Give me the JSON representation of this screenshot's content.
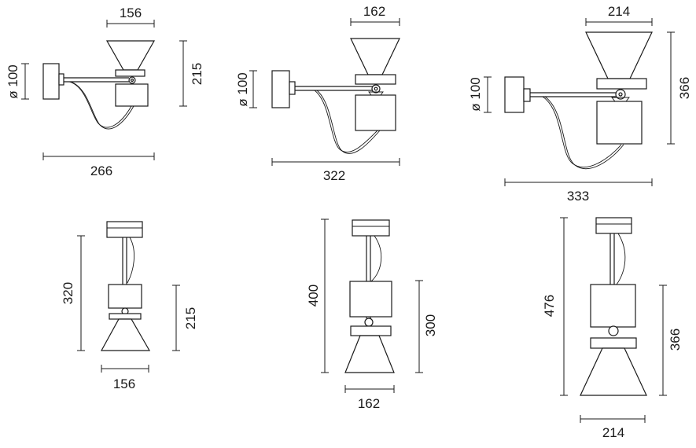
{
  "wall_lamps": [
    {
      "top_width": "156",
      "height": "215",
      "base_diameter": "ø 100",
      "projection": "266"
    },
    {
      "top_width": "162",
      "height": "",
      "base_diameter": "ø 100",
      "projection": "322"
    },
    {
      "top_width": "214",
      "height": "366",
      "base_diameter": "ø 100",
      "projection": "333"
    }
  ],
  "pendant_lamps": [
    {
      "overall_height": "320",
      "body_height": "215",
      "width": "156"
    },
    {
      "overall_height": "400",
      "body_height": "300",
      "width": "162"
    },
    {
      "overall_height": "476",
      "body_height": "366",
      "width": "214"
    }
  ],
  "wall_lamp_2_height_label": "",
  "line_color": "#1a1a1a"
}
